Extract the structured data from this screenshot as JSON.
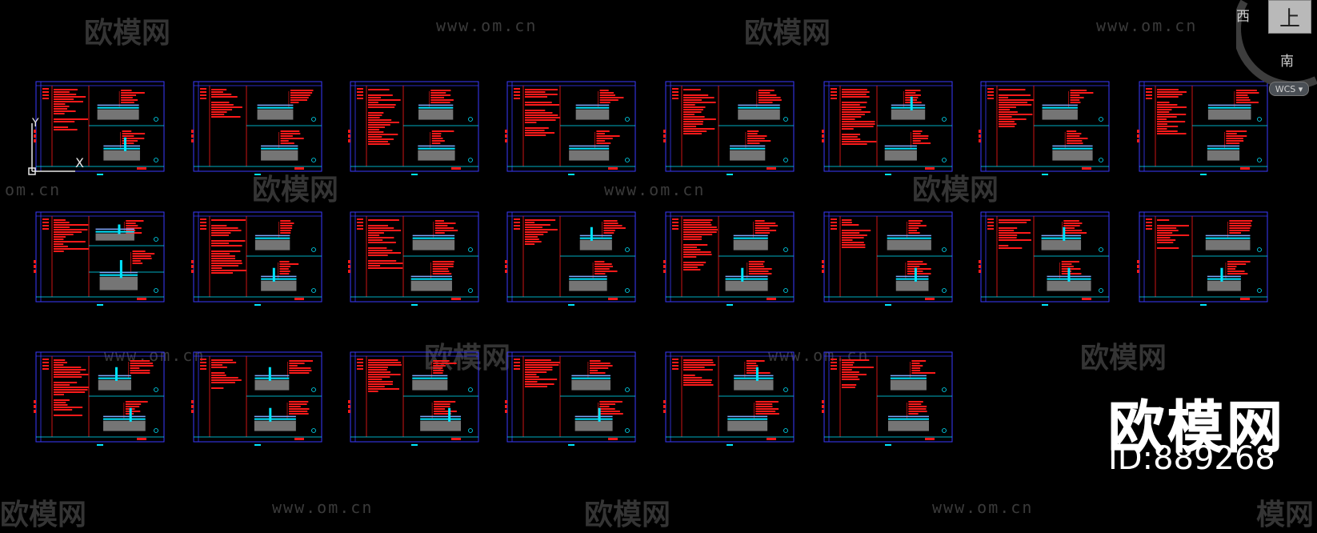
{
  "watermark": {
    "logo_text": "欧模网",
    "url_text": "www.om.cn",
    "url_partial": "om.cn",
    "logo_partial": "模网"
  },
  "viewcube": {
    "top_face": "上",
    "west": "西",
    "south": "南",
    "wcs": "WCS"
  },
  "ucs": {
    "y": "Y",
    "x": "X"
  },
  "brand": {
    "logo": "欧模网",
    "id": "ID:889268"
  },
  "colors": {
    "background": "#000000",
    "frame": "#3a3aff",
    "divider": "#00e5ff",
    "annotation": "#ff1a1a",
    "detail": "#00e5ff",
    "hatch": "#8a8a8a"
  },
  "sheets": {
    "row_1_count": 8,
    "row_2_count": 8,
    "row_3_count": 6
  }
}
